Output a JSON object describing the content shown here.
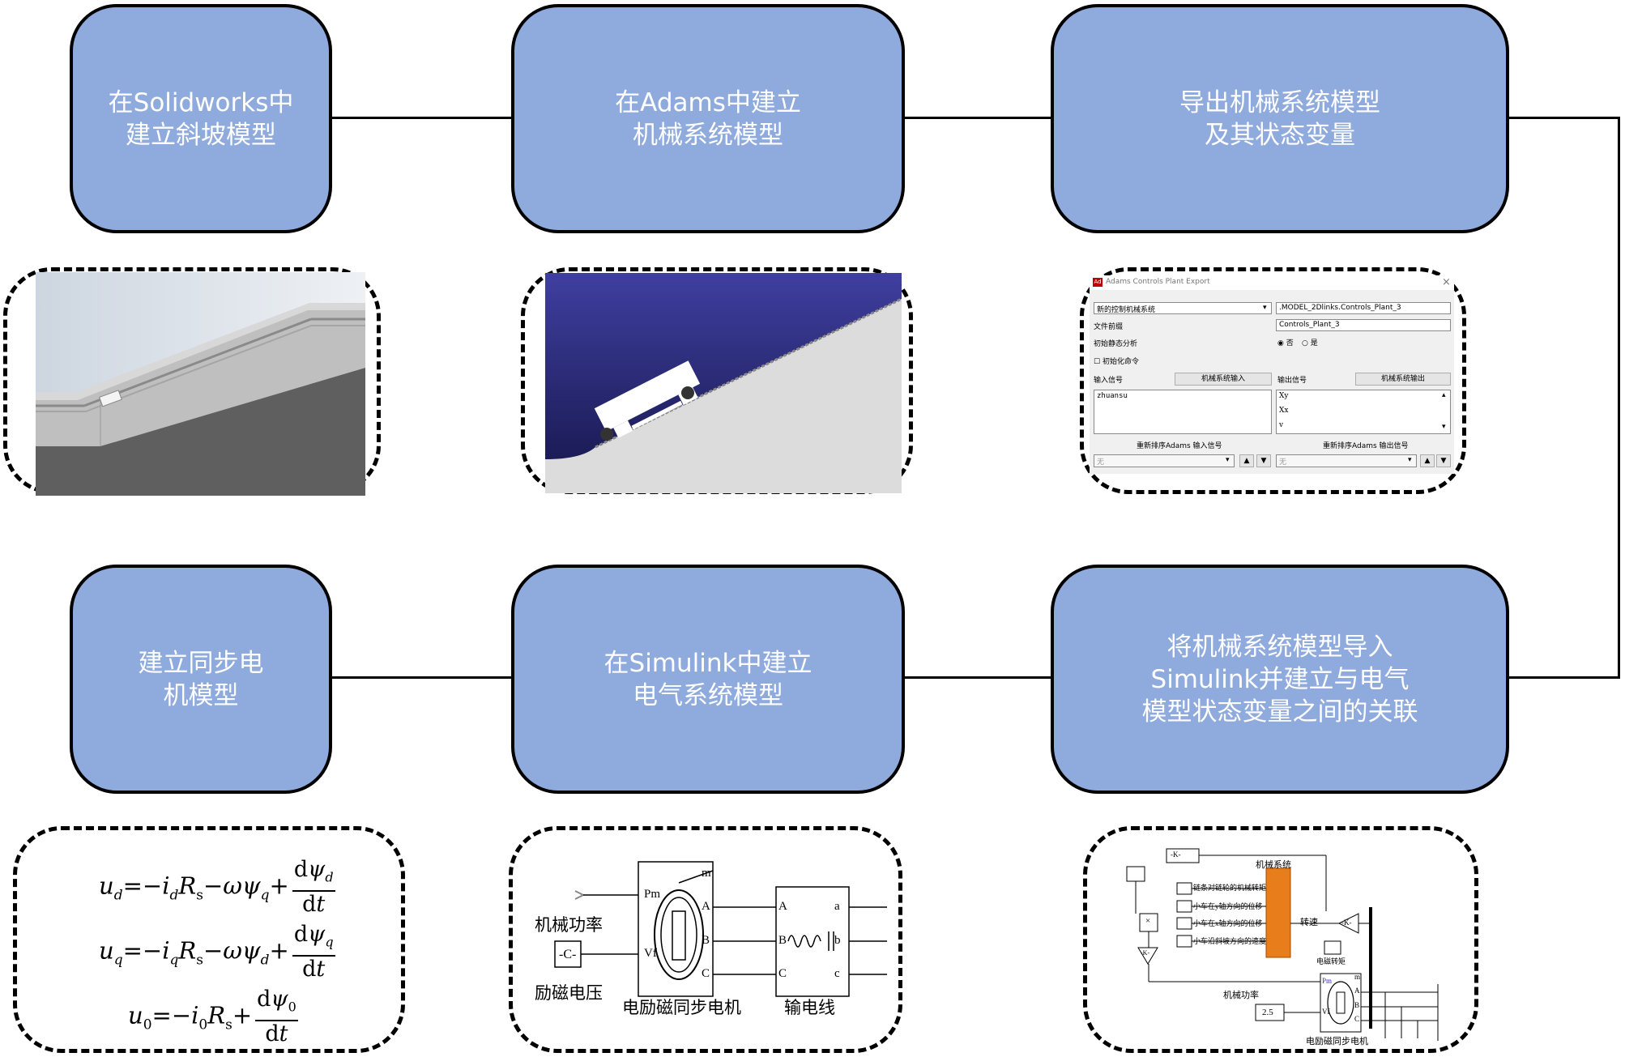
{
  "steps": {
    "s1": {
      "line1": "在Solidworks中",
      "line2": "建立斜坡模型"
    },
    "s2": {
      "line1": "在Adams中建立",
      "line2": "机械系统模型"
    },
    "s3": {
      "line1": "导出机械系统模型",
      "line2": "及其状态变量"
    },
    "s4": {
      "line1": "建立同步电",
      "line2": "机模型"
    },
    "s5": {
      "line1": "在Simulink中建立",
      "line2": "电气系统模型"
    },
    "s6": {
      "line1": "将机械系统模型导入",
      "line2": "Simulink并建立与电气",
      "line3": "模型状态变量之间的关联"
    }
  },
  "adams_dialog": {
    "title": "Adams Controls Plant Export",
    "icon_label": "Ad",
    "close": "×",
    "plant_select": "新的控制机械系统",
    "plant_name": ".MODEL_2Dlinks.Controls_Plant_3",
    "file_prefix_label": "文件前缀",
    "file_prefix_value": "Controls_Plant_3",
    "static_label": "初始静态分析",
    "radio_no": "否",
    "radio_yes": "是",
    "init_cmd_label": "初始化命令",
    "input_label": "输入信号",
    "input_button": "机械系统输入",
    "output_label": "输出信号",
    "output_button": "机械系统输出",
    "input_list": [
      "zhuansu"
    ],
    "output_list": [
      "Xy",
      "Xx",
      "v"
    ],
    "reorder_in": "重新排序Adams 输入信号",
    "reorder_out": "重新排序Adams 输出信号",
    "none_in": "无",
    "none_out": "无"
  },
  "equations": {
    "eq1_lhs": "u",
    "eq1_lhs_sub": "d",
    "eq1_i_sub": "d",
    "eq1_psi_sub": "q",
    "eq1_d_sub": "d",
    "eq2_lhs": "u",
    "eq2_lhs_sub": "q",
    "eq2_i_sub": "q",
    "eq2_psi_sub": "d",
    "eq2_d_sub": "q",
    "eq3_lhs": "u",
    "eq3_lhs_sub": "0",
    "eq3_i_sub": "0",
    "eq3_d_sub": "0"
  },
  "simulink_electrical": {
    "mech_power": "机械功率",
    "const_block": "-C-",
    "excitation": "励磁电压",
    "machine": "电励磁同步电机",
    "line": "输电线",
    "port_pm": "Pm",
    "port_vf": "Vf",
    "port_m": "m",
    "port_a": "A",
    "port_b": "B",
    "port_c": "C",
    "port_la": "a",
    "port_lb": "b",
    "port_lc": "c"
  },
  "simulink_coupled": {
    "gain": "-K-",
    "mech_system": "机械系统",
    "sig1": "链条对链轮的机械转矩",
    "sig2": "小车在y轴方向的位移",
    "sig3": "小车在x轴方向的位移",
    "sig4": "小车沿斜坡方向的速度",
    "speed": "转速",
    "torque": "电磁转矩",
    "mult": "×",
    "mech_power": "机械功率",
    "const_value": "2.5",
    "machine": "电励磁同步电机",
    "port_pm": "Pm",
    "port_vf": "Vf",
    "port_m": "m",
    "port_a": "A",
    "port_b": "B",
    "port_c": "C"
  }
}
